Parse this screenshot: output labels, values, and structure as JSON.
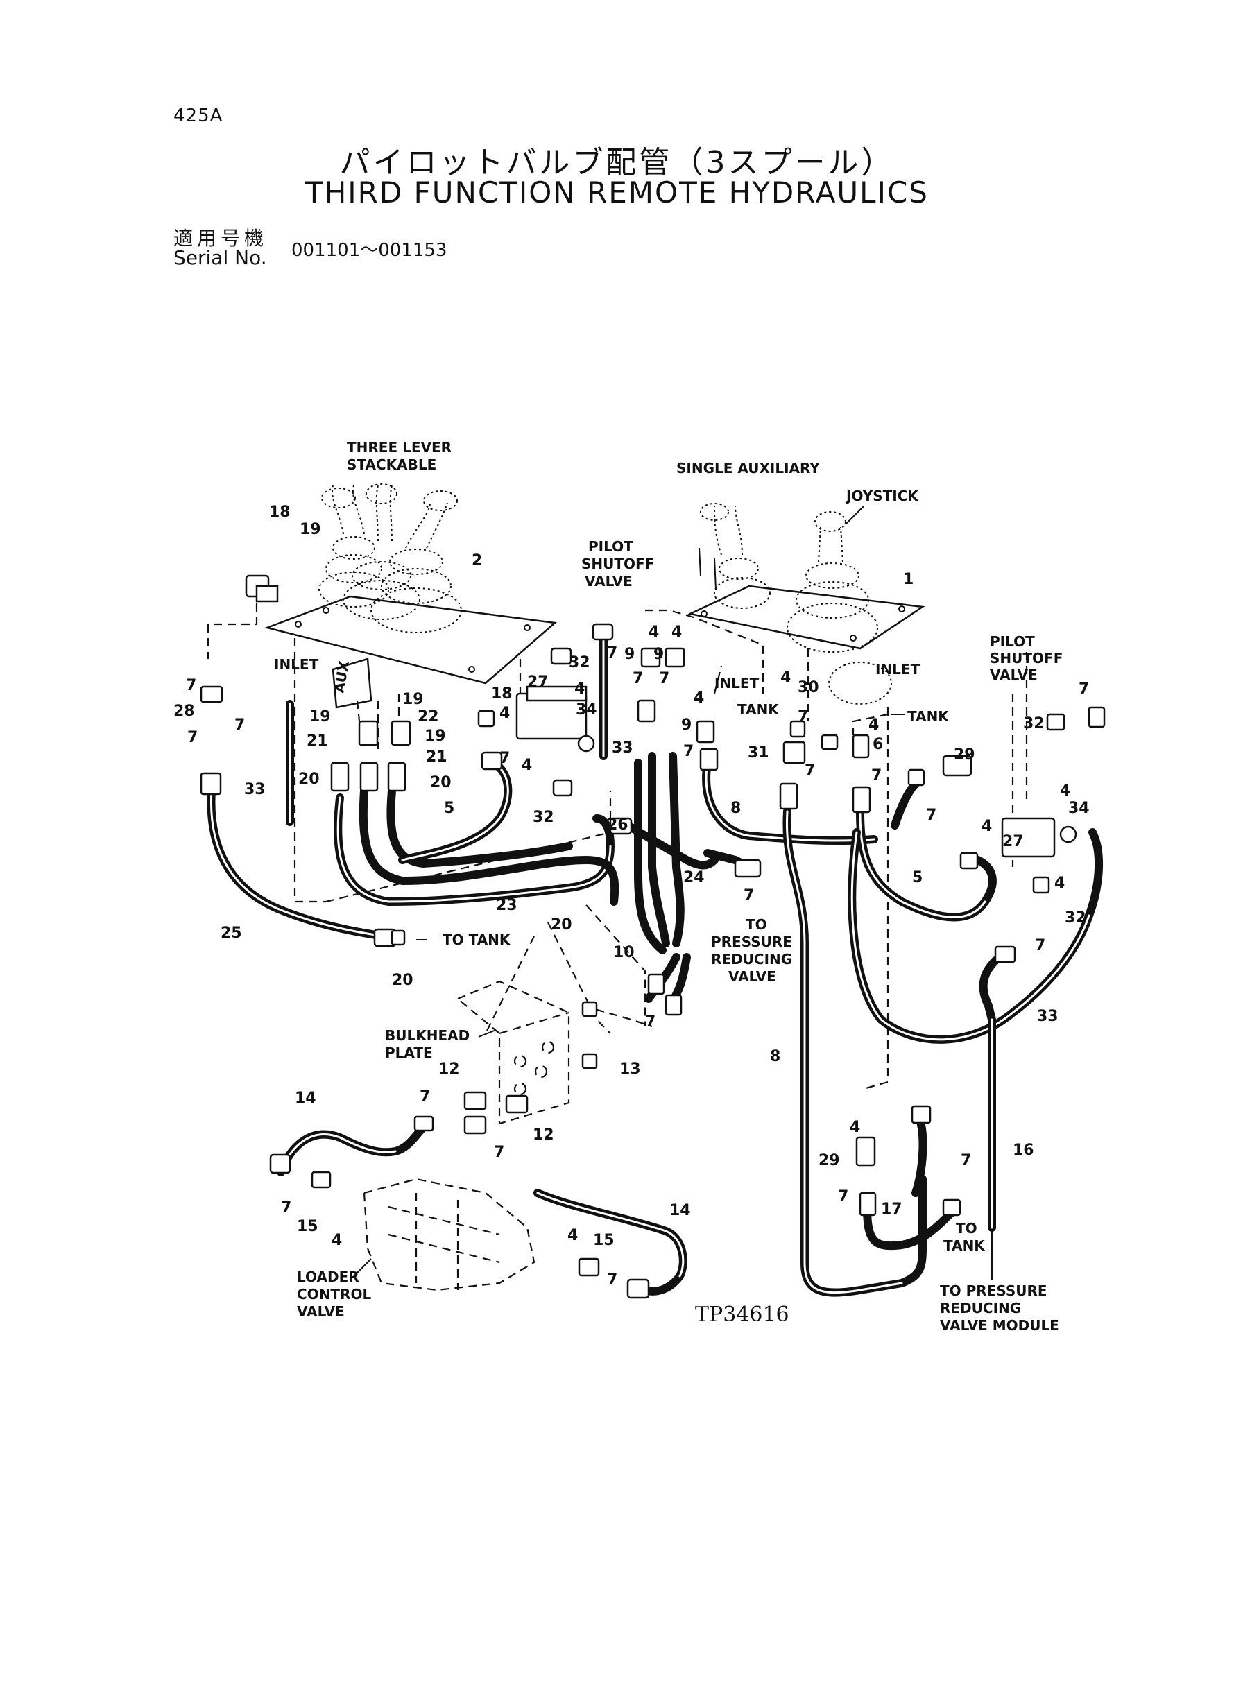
{
  "header": {
    "page_number": "425A",
    "title_japanese": "パイロットバルブ配管（3スプール）",
    "title_english": "THIRD FUNCTION REMOTE HYDRAULICS",
    "serial_label_japanese": "適用号機",
    "serial_label_english": "Serial No.",
    "serial_range": "001101～001153"
  },
  "callouts": {
    "three_lever": [
      "THREE LEVER",
      "STACKABLE"
    ],
    "single_aux": "SINGLE AUXILIARY",
    "joystick": "JOYSTICK",
    "pilot_shutoff_left": [
      "PILOT",
      "SHUTOFF",
      "VALVE"
    ],
    "pilot_shutoff_right": [
      "PILOT",
      "SHUTOFF",
      "VALVE"
    ],
    "inlet_left": "INLET",
    "inlet_mid": "INLET",
    "inlet_right": "INLET",
    "tank_mid": "TANK",
    "tank_right": "TANK",
    "aux": "AUX",
    "to_tank_left": "TO TANK",
    "to_pressure_reducing": [
      "TO",
      "PRESSURE",
      "REDUCING",
      "VALVE"
    ],
    "bulkhead": [
      "BULKHEAD",
      "PLATE"
    ],
    "loader": [
      "LOADER",
      "CONTROL",
      "VALVE"
    ],
    "to_tank_right": [
      "TO",
      "TANK"
    ],
    "to_pressure_module": [
      "TO PRESSURE",
      "REDUCING",
      "VALVE MODULE"
    ],
    "figure_ref": "TP34616"
  },
  "part_numbers": {
    "n18a": "18",
    "n19a": "19",
    "n2": "2",
    "n1": "1",
    "n7a": "7",
    "n28": "28",
    "n7b": "7",
    "n7c": "7",
    "n33a": "33",
    "n19b": "19",
    "n19c": "19",
    "n22": "22",
    "n19d": "19",
    "n21a": "21",
    "n21b": "21",
    "n20a": "20",
    "n20b": "20",
    "n5a": "5",
    "n23": "23",
    "n25": "25",
    "n20c": "20",
    "n18b": "18",
    "n4a": "4",
    "n7d": "7",
    "n27a": "27",
    "n34a": "34",
    "n4b": "4",
    "n32a": "32",
    "n32b": "32",
    "n4c": "4",
    "n7e": "7",
    "n33b": "33",
    "n9a": "9",
    "n4d": "4",
    "n7f": "7",
    "n9b": "9",
    "n4e": "4",
    "n7g": "7",
    "n9c": "9",
    "n7h": "7",
    "n4f": "4",
    "n26": "26",
    "n24": "24",
    "n10": "10",
    "n7i": "7",
    "n20d": "20",
    "n13": "13",
    "n7j": "7",
    "n30": "30",
    "n4g": "4",
    "n7k": "7",
    "n31": "31",
    "n7l": "7",
    "n4h": "4",
    "n6": "6",
    "n7m": "7",
    "n8a": "8",
    "n29a": "29",
    "n7n": "7",
    "n4i": "4",
    "n32c": "32",
    "n7o": "7",
    "n4j": "4",
    "n34b": "34",
    "n27b": "27",
    "n4k": "4",
    "n32d": "32",
    "n7p": "7",
    "n5b": "5",
    "n33c": "33",
    "n8b": "8",
    "n4l": "4",
    "n29b": "29",
    "n7q": "7",
    "n17": "17",
    "n7r": "7",
    "n16": "16",
    "n14a": "14",
    "n12a": "12",
    "n7s": "7",
    "n7t": "7",
    "n12b": "12",
    "n15a": "15",
    "n4m": "4",
    "n7u": "7",
    "n14b": "14",
    "n4n": "4",
    "n15b": "15",
    "n7v": "7"
  }
}
